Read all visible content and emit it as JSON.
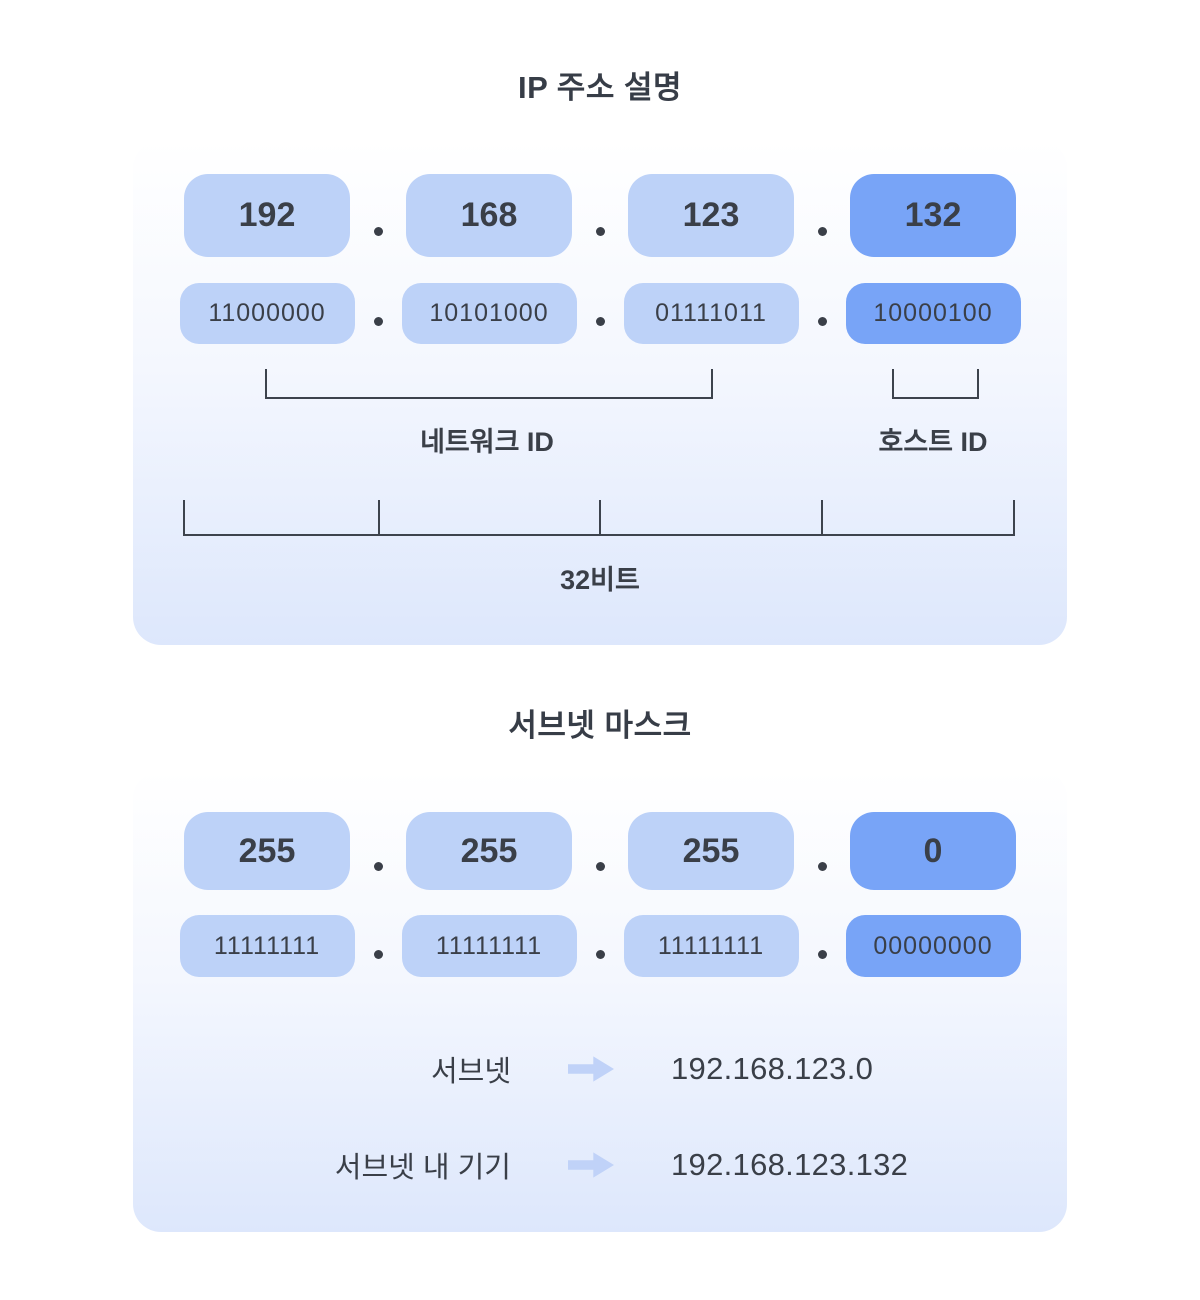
{
  "colors": {
    "box_light": "#bdd2f8",
    "box_highlight": "#78a4f7",
    "text_dark": "#3a3f48",
    "line": "#3d434d",
    "arrow": "#c0d2f8",
    "card_gradient_top": "#ffffff",
    "card_gradient_bottom": "#dde7fc"
  },
  "ip_section": {
    "title": "IP 주소 설명",
    "separator": ".",
    "octets": [
      {
        "decimal": "192",
        "binary": "11000000",
        "highlight": false
      },
      {
        "decimal": "168",
        "binary": "10101000",
        "highlight": false
      },
      {
        "decimal": "123",
        "binary": "01111011",
        "highlight": false
      },
      {
        "decimal": "132",
        "binary": "10000100",
        "highlight": true
      }
    ],
    "network_id_label": "네트워크 ID",
    "host_id_label": "호스트 ID",
    "bits_label": "32비트"
  },
  "subnet_section": {
    "title": "서브넷 마스크",
    "separator": ".",
    "octets": [
      {
        "decimal": "255",
        "binary": "11111111",
        "highlight": false
      },
      {
        "decimal": "255",
        "binary": "11111111",
        "highlight": false
      },
      {
        "decimal": "255",
        "binary": "11111111",
        "highlight": false
      },
      {
        "decimal": "0",
        "binary": "00000000",
        "highlight": true
      }
    ],
    "rows": [
      {
        "label": "서브넷",
        "value": "192.168.123.0"
      },
      {
        "label": "서브넷 내 기기",
        "value": "192.168.123.132"
      }
    ]
  }
}
